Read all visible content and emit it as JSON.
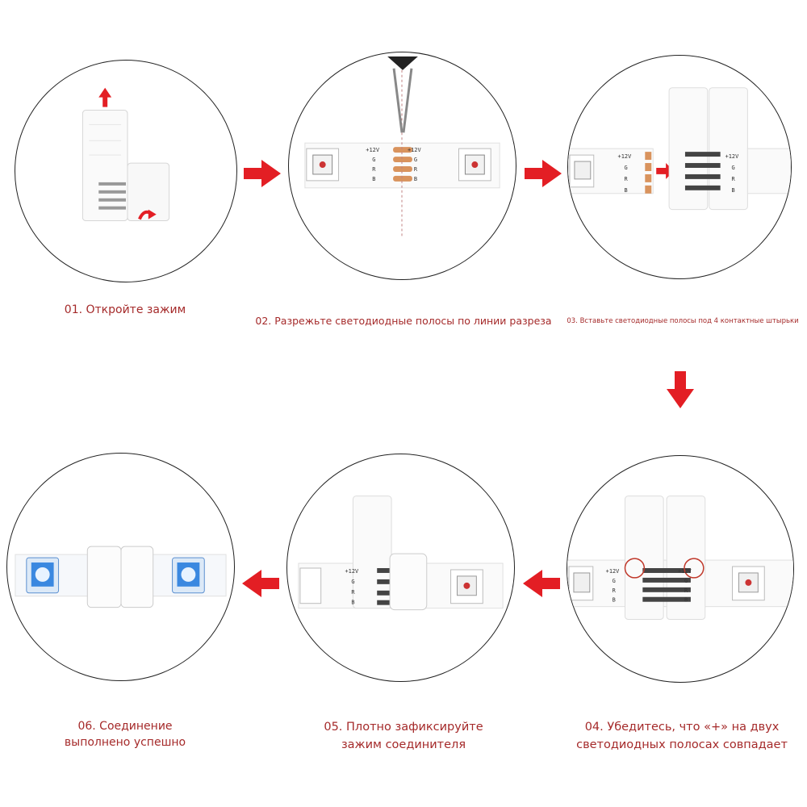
{
  "accent_color": "#e31e24",
  "label_color": "#a52a2a",
  "steps": [
    {
      "label": "01. Откройте зажим"
    },
    {
      "label": "02. Разрежьте светодиодные полосы по линии разреза"
    },
    {
      "label": "03. Вставьте светодиодные полосы под 4 контактные штырьки"
    },
    {
      "label_line1": "04. Убедитесь, что «+» на двух",
      "label_line2": "светодиодных полосах совпадает"
    },
    {
      "label_line1": "05. Плотно зафиксируйте",
      "label_line2": "зажим соединителя"
    },
    {
      "label_line1": "06. Соединение",
      "label_line2": "выполнено успешно"
    }
  ],
  "pad_labels": [
    "+12V",
    "G",
    "R",
    "B"
  ],
  "arrow_icons": [
    "arrow-right-icon",
    "arrow-down-icon",
    "arrow-left-icon"
  ]
}
